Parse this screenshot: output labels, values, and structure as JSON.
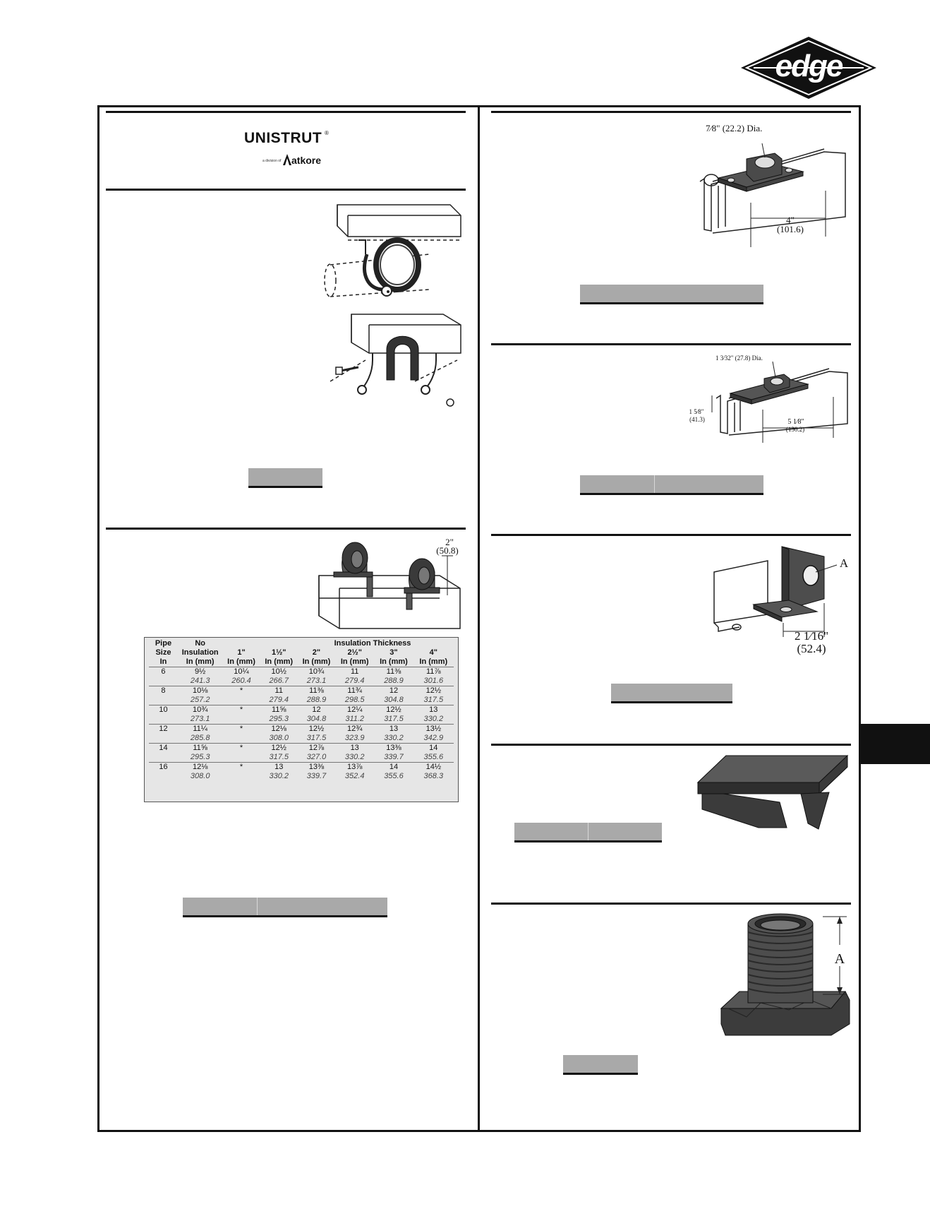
{
  "brand": {
    "edge_logo": "edge",
    "unistrut_logo": "UNISTRUT",
    "atkore_tagline": "a division of",
    "atkore_logo": "atkore"
  },
  "dimensions": {
    "top_right_dia": "7⁄8\" (22.2) Dia.",
    "top_right_len_in": "4\"",
    "top_right_len_mm": "(101.6)",
    "mid_right_dia": "1 3⁄32\" (27.8) Dia.",
    "mid_right_h_in": "1 5⁄8\"",
    "mid_right_h_mm": "(41.3)",
    "mid_right_len_in": "5 1⁄8\"",
    "mid_right_len_mm": "(130.2)",
    "bracket_label": "A",
    "bracket_len_in": "2 1⁄16\"",
    "bracket_len_mm": "(52.4)",
    "roller_h_in": "2\"",
    "roller_h_mm": "(50.8)",
    "nut_label": "A"
  },
  "table": {
    "group_header": "Insulation Thickness",
    "headers": [
      [
        "Pipe",
        "Size",
        "In"
      ],
      [
        "No",
        "Insulation",
        "In (mm)"
      ],
      [
        "",
        "1\"",
        "In (mm)"
      ],
      [
        "",
        "1½\"",
        "In (mm)"
      ],
      [
        "",
        "2\"",
        "In (mm)"
      ],
      [
        "",
        "2½\"",
        "In (mm)"
      ],
      [
        "",
        "3\"",
        "In (mm)"
      ],
      [
        "",
        "4\"",
        "In (mm)"
      ]
    ],
    "rows": [
      {
        "size": "6",
        "in": [
          "9½",
          "10¼",
          "10½",
          "10¾",
          "11",
          "11⅜",
          "11⅞"
        ],
        "mm": [
          "241.3",
          "260.4",
          "266.7",
          "273.1",
          "279.4",
          "288.9",
          "301.6"
        ]
      },
      {
        "size": "8",
        "in": [
          "10⅛",
          "*",
          "11",
          "11⅜",
          "11¾",
          "12",
          "12½"
        ],
        "mm": [
          "257.2",
          "",
          "279.4",
          "288.9",
          "298.5",
          "304.8",
          "317.5"
        ]
      },
      {
        "size": "10",
        "in": [
          "10¾",
          "*",
          "11⅝",
          "12",
          "12¼",
          "12½",
          "13"
        ],
        "mm": [
          "273.1",
          "",
          "295.3",
          "304.8",
          "311.2",
          "317.5",
          "330.2"
        ]
      },
      {
        "size": "12",
        "in": [
          "11¼",
          "*",
          "12⅛",
          "12½",
          "12¾",
          "13",
          "13½"
        ],
        "mm": [
          "285.8",
          "",
          "308.0",
          "317.5",
          "323.9",
          "330.2",
          "342.9"
        ]
      },
      {
        "size": "14",
        "in": [
          "11⅝",
          "*",
          "12½",
          "12⅞",
          "13",
          "13⅜",
          "14"
        ],
        "mm": [
          "295.3",
          "",
          "317.5",
          "327.0",
          "330.2",
          "339.7",
          "355.6"
        ]
      },
      {
        "size": "16",
        "in": [
          "12⅛",
          "*",
          "13",
          "13⅜",
          "13⅞",
          "14",
          "14½"
        ],
        "mm": [
          "308.0",
          "",
          "330.2",
          "339.7",
          "352.4",
          "355.6",
          "368.3"
        ]
      }
    ]
  },
  "colors": {
    "frame": "#111111",
    "bar_gray": "#a9a9a9",
    "tab_black": "#111111",
    "table_bg": "#e6e6e6"
  }
}
